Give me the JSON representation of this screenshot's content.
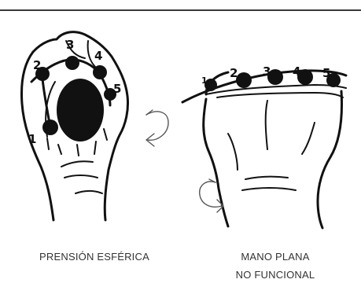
{
  "captions": {
    "left": "PRENSIÓN ESFÉRICA",
    "right_line1": "MANO PLANA",
    "right_line2": "NO FUNCIONAL"
  },
  "left_hand": {
    "finger_numbers": [
      "1",
      "2",
      "3",
      "4",
      "5"
    ]
  },
  "right_hand": {
    "finger_numbers": [
      "1",
      "2",
      "3",
      "4",
      "5"
    ]
  },
  "colors": {
    "ink": "#111111",
    "caption": "#333333",
    "rule": "#3a3a3a",
    "arrow": "#555555"
  }
}
